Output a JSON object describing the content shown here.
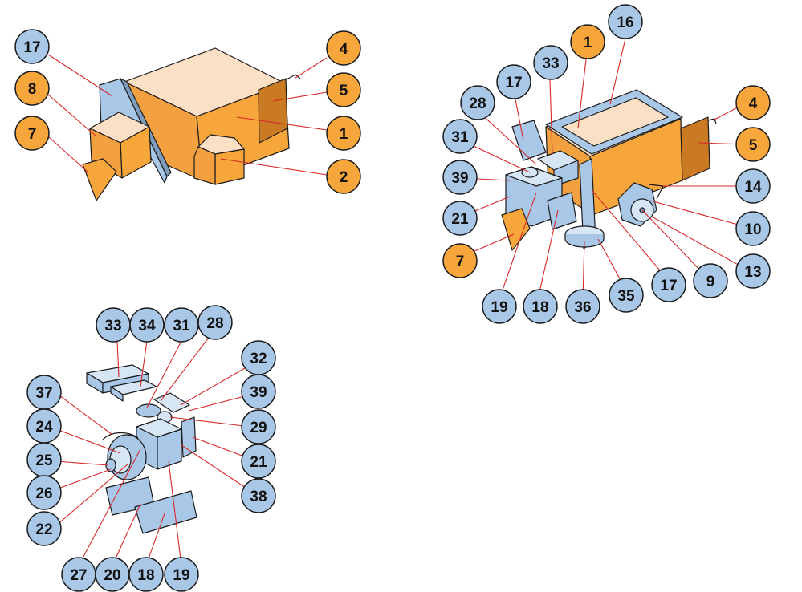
{
  "colors": {
    "orange_fill": "#f7a63b",
    "orange_light": "#fbe0c5",
    "orange_dark": "#c97a22",
    "blue_fill": "#a9c7e6",
    "blue_light": "#d6e6f5",
    "blue_dark": "#7e9dbd",
    "leader_line": "#d62828",
    "outline": "#1a1a1a"
  },
  "diagram1": {
    "callouts": [
      {
        "label": "17",
        "color": "blue"
      },
      {
        "label": "8",
        "color": "orange"
      },
      {
        "label": "7",
        "color": "orange"
      },
      {
        "label": "4",
        "color": "orange"
      },
      {
        "label": "5",
        "color": "orange"
      },
      {
        "label": "1",
        "color": "orange"
      },
      {
        "label": "2",
        "color": "orange"
      }
    ]
  },
  "diagram2": {
    "callouts": [
      {
        "label": "16",
        "color": "blue"
      },
      {
        "label": "1",
        "color": "orange"
      },
      {
        "label": "33",
        "color": "blue"
      },
      {
        "label": "17",
        "color": "blue"
      },
      {
        "label": "28",
        "color": "blue"
      },
      {
        "label": "31",
        "color": "blue"
      },
      {
        "label": "39",
        "color": "blue"
      },
      {
        "label": "21",
        "color": "blue"
      },
      {
        "label": "7",
        "color": "orange"
      },
      {
        "label": "19",
        "color": "blue"
      },
      {
        "label": "18",
        "color": "blue"
      },
      {
        "label": "36",
        "color": "blue"
      },
      {
        "label": "35",
        "color": "blue"
      },
      {
        "label": "17",
        "color": "blue"
      },
      {
        "label": "9",
        "color": "blue"
      },
      {
        "label": "13",
        "color": "blue"
      },
      {
        "label": "10",
        "color": "blue"
      },
      {
        "label": "14",
        "color": "blue"
      },
      {
        "label": "5",
        "color": "orange"
      },
      {
        "label": "4",
        "color": "orange"
      }
    ]
  },
  "diagram3": {
    "callouts": [
      {
        "label": "33",
        "color": "blue"
      },
      {
        "label": "34",
        "color": "blue"
      },
      {
        "label": "31",
        "color": "blue"
      },
      {
        "label": "28",
        "color": "blue"
      },
      {
        "label": "32",
        "color": "blue"
      },
      {
        "label": "39",
        "color": "blue"
      },
      {
        "label": "29",
        "color": "blue"
      },
      {
        "label": "21",
        "color": "blue"
      },
      {
        "label": "38",
        "color": "blue"
      },
      {
        "label": "37",
        "color": "blue"
      },
      {
        "label": "24",
        "color": "blue"
      },
      {
        "label": "25",
        "color": "blue"
      },
      {
        "label": "26",
        "color": "blue"
      },
      {
        "label": "22",
        "color": "blue"
      },
      {
        "label": "27",
        "color": "blue"
      },
      {
        "label": "20",
        "color": "blue"
      },
      {
        "label": "18",
        "color": "blue"
      },
      {
        "label": "19",
        "color": "blue"
      }
    ]
  }
}
